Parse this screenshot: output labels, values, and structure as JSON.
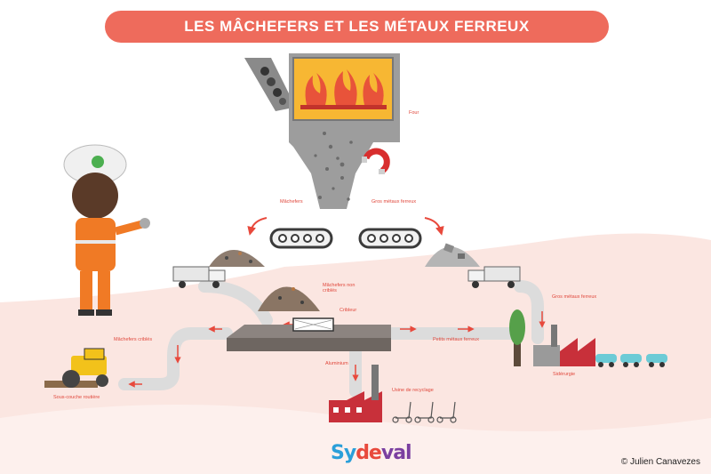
{
  "title": "LES MÂCHEFERS ET LES MÉTAUX FERREUX",
  "labels": {
    "four": "Four",
    "machefers": "Mâchefers",
    "gros_metaux_ferreux": "Gros métaux ferreux",
    "machefers_non_cribles": "Mâchefers non criblés",
    "cribleur": "Cribleur",
    "gros_metaux_ferreux_2": "Gros métaux ferreux",
    "machefers_cribles": "Mâchefers criblés",
    "petits_metaux_ferreux": "Petits métaux ferreux",
    "aluminium": "Aluminium",
    "usine_recyclage": "Usine de recyclage",
    "siderurgie": "Sidérurgie",
    "sous_couche": "Sous-couche routière"
  },
  "logo": {
    "part1": "Sy",
    "part2": "de",
    "part3": "val"
  },
  "credit": "© Julien Canavezes",
  "colors": {
    "accent": "#ee6b5c",
    "path": "#d9d9d9",
    "ground": "#fbe1dc",
    "arrow": "#e8493c"
  },
  "icons": [
    "furnace-icon",
    "magnet-icon",
    "conveyor-icon",
    "truck-icon",
    "factory-icon",
    "car-icon",
    "roller-icon",
    "worker-icon",
    "tree-icon",
    "scooter-icon"
  ]
}
